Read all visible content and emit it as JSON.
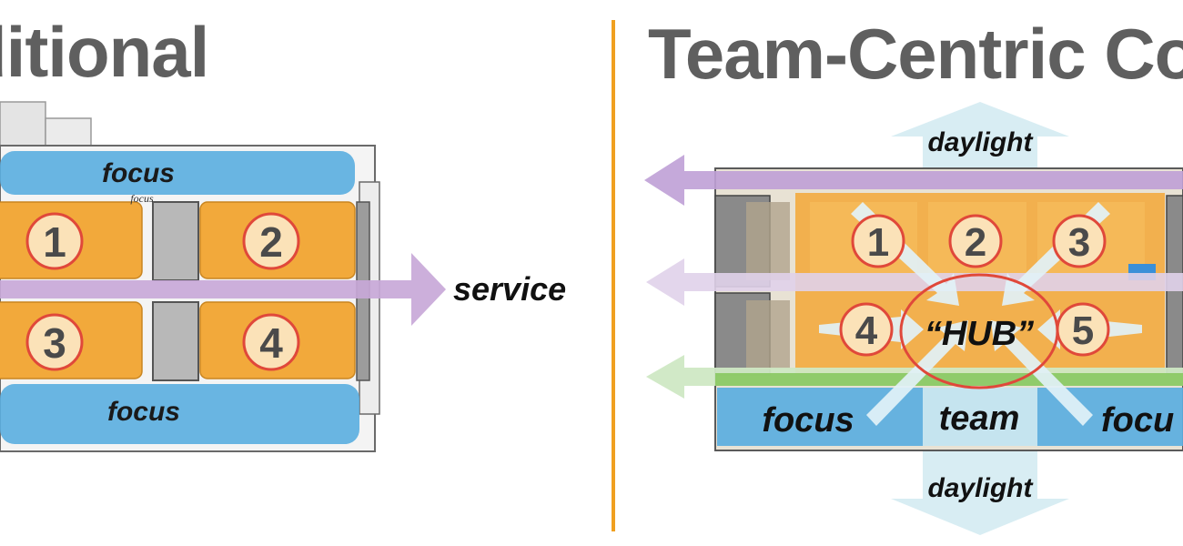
{
  "left": {
    "title": "ditional",
    "labels": {
      "focus_top": "focus",
      "focus_small": "focus",
      "focus_bottom": "focus",
      "service": "service"
    },
    "team_numbers": [
      "1",
      "2",
      "3",
      "4"
    ]
  },
  "right": {
    "title": "Team-Centric Con",
    "labels": {
      "daylight_top": "daylight",
      "daylight_bottom": "daylight",
      "hub": "“HUB”",
      "focus_left": "focus",
      "team": "team",
      "focus_right": "focu"
    },
    "team_numbers": [
      "1",
      "2",
      "3",
      "4",
      "5"
    ]
  },
  "colors": {
    "title_gray": "#5f5f5f",
    "divider": "#f0a020",
    "team_zone": "#f2a93b",
    "focus_zone": "#5aaee0",
    "service_arrow": "#c8a8d8",
    "daylight_arrow": "#d6ecf2",
    "hub_ring": "#e0483a"
  }
}
